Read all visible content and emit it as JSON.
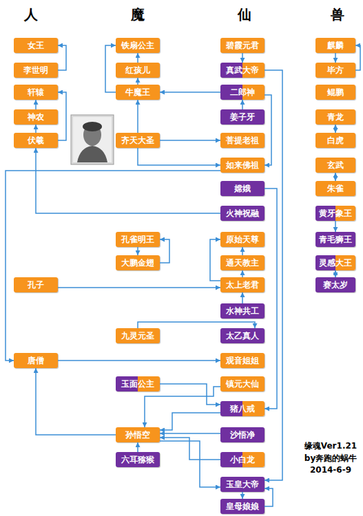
{
  "diagram": {
    "nodes": [
      {
        "text": [
          "女王"
        ]
      },
      {
        "text": [
          "铁扇公主"
        ]
      },
      {
        "text": [
          "碧霞元君"
        ]
      },
      {
        "text": [
          "麒麟"
        ]
      },
      {
        "text": [
          "李世明"
        ]
      },
      {
        "text": [
          "红孩儿"
        ]
      },
      {
        "text": [
          "真武大帝"
        ]
      },
      {
        "text": [
          "毕方"
        ]
      },
      {
        "text": [
          "轩辕"
        ]
      },
      {
        "text": [
          "牛魔王"
        ]
      },
      {
        "text": [
          "二郎神"
        ]
      },
      {
        "text": [
          "鲲鹏"
        ]
      },
      {
        "text": [
          "神农"
        ]
      },
      {
        "text": [
          "姜子牙"
        ]
      },
      {
        "text": [
          "青龙"
        ]
      },
      {
        "text": [
          "伏羲"
        ]
      },
      {
        "text": [
          "齐天大圣"
        ]
      },
      {
        "text": [
          "菩提老祖"
        ]
      },
      {
        "text": [
          "白虎"
        ]
      },
      {
        "text": [
          "如来佛祖"
        ]
      },
      {
        "text": [
          "玄武"
        ]
      },
      {
        "text": [
          "嫦娥"
        ]
      },
      {
        "text": [
          "朱雀"
        ]
      },
      {
        "text": [
          "火神祝融"
        ]
      },
      {
        "text": [
          "黄牙象王"
        ]
      },
      {
        "text": [
          "孔雀明王"
        ]
      },
      {
        "text": [
          "原始天尊"
        ]
      },
      {
        "text": [
          "青毛狮王"
        ]
      },
      {
        "text": [
          "大鹏金翅"
        ]
      },
      {
        "text": [
          "通天教主"
        ]
      },
      {
        "text": [
          "灵感大王"
        ]
      },
      {
        "text": [
          "孔子"
        ]
      },
      {
        "text": [
          "太上老君"
        ]
      },
      {
        "text": [
          "赛太岁"
        ]
      },
      {
        "text": [
          "水神共工"
        ]
      },
      {
        "text": [
          "九灵元圣"
        ]
      },
      {
        "text": [
          "太乙真人"
        ]
      },
      {
        "text": [
          "唐僧"
        ]
      },
      {
        "text": [
          "观音姐姐"
        ]
      },
      {
        "text": [
          "玉面公主"
        ]
      },
      {
        "text": [
          "镇元大仙"
        ]
      },
      {
        "text": [
          "猪八戒"
        ]
      },
      {
        "text": [
          "孙悟空"
        ]
      },
      {
        "text": [
          "沙悟净"
        ]
      },
      {
        "text": [
          "六耳猕猴"
        ]
      },
      {
        "text": [
          "小白龙"
        ]
      },
      {
        "text": [
          "玉皇大帝"
        ]
      },
      {
        "text": [
          "皇母娘娘"
        ]
      }
    ],
    "edges": [
      {
        "from": 4,
        "to": 0,
        "arrow": "to"
      },
      {
        "from": 12,
        "to": 8,
        "arrow": "to"
      },
      {
        "from": 15,
        "to": 12,
        "arrow": "to"
      },
      {
        "from": 15,
        "to": 8,
        "arrow": "to"
      },
      {
        "from": 5,
        "to": 1,
        "arrow": "to"
      },
      {
        "from": 9,
        "to": 5,
        "arrow": "to"
      },
      {
        "from": 9,
        "to": 1,
        "arrow": "to"
      },
      {
        "from": 16,
        "to": 9,
        "arrow": "to"
      },
      {
        "from": 10,
        "to": 9,
        "arrow": "to"
      },
      {
        "from": 2,
        "to": 6,
        "arrow": "to"
      },
      {
        "from": 13,
        "to": 10,
        "arrow": "to"
      },
      {
        "from": 10,
        "to": 19,
        "arrow": "to"
      },
      {
        "from": 16,
        "to": 17,
        "arrow": "to"
      },
      {
        "from": 16,
        "to": 19,
        "arrow": "to"
      },
      {
        "from": 19,
        "to": 37,
        "arrow": "to"
      },
      {
        "from": 23,
        "to": 15,
        "arrow": "to"
      },
      {
        "from": 21,
        "to": 41,
        "arrow": "to"
      },
      {
        "from": 6,
        "to": 46,
        "arrow": "to"
      },
      {
        "from": 31,
        "to": 32,
        "arrow": "to"
      },
      {
        "from": 32,
        "to": 29,
        "arrow": "to"
      },
      {
        "from": 29,
        "to": 26,
        "arrow": "to"
      },
      {
        "from": 32,
        "to": 26,
        "arrow": "to"
      },
      {
        "from": 34,
        "to": 32,
        "arrow": "to"
      },
      {
        "from": 25,
        "to": 28,
        "arrow": "to"
      },
      {
        "from": 28,
        "to": 25,
        "arrow": "to"
      },
      {
        "from": 35,
        "to": 36,
        "arrow": "to"
      },
      {
        "from": 37,
        "to": 38,
        "arrow": "to"
      },
      {
        "from": 39,
        "to": 41,
        "arrow": "to"
      },
      {
        "from": 40,
        "to": 42,
        "arrow": "to"
      },
      {
        "from": 41,
        "to": 42,
        "arrow": "to"
      },
      {
        "from": 43,
        "to": 42,
        "arrow": "to"
      },
      {
        "from": 45,
        "to": 42,
        "arrow": "to"
      },
      {
        "from": 42,
        "to": 37,
        "arrow": "to"
      },
      {
        "from": 44,
        "to": 42,
        "arrow": "to"
      },
      {
        "from": 42,
        "to": 46,
        "arrow": "to"
      },
      {
        "from": 46,
        "to": 47,
        "arrow": "to"
      },
      {
        "from": 47,
        "to": 46,
        "arrow": "to"
      },
      {
        "from": 3,
        "to": 7,
        "arrow": "to"
      },
      {
        "from": 7,
        "to": 3,
        "arrow": "to"
      },
      {
        "from": 14,
        "to": 18,
        "arrow": "both"
      },
      {
        "from": 20,
        "to": 22,
        "arrow": "both"
      },
      {
        "from": 24,
        "to": 27,
        "arrow": "to"
      },
      {
        "from": 30,
        "to": 33,
        "arrow": "both"
      }
    ],
    "labels": [
      "人",
      "魔",
      "仙",
      "兽",
      "缘魂Ver1.21",
      "by奔跑的蜗牛",
      "2014-6-9"
    ]
  }
}
